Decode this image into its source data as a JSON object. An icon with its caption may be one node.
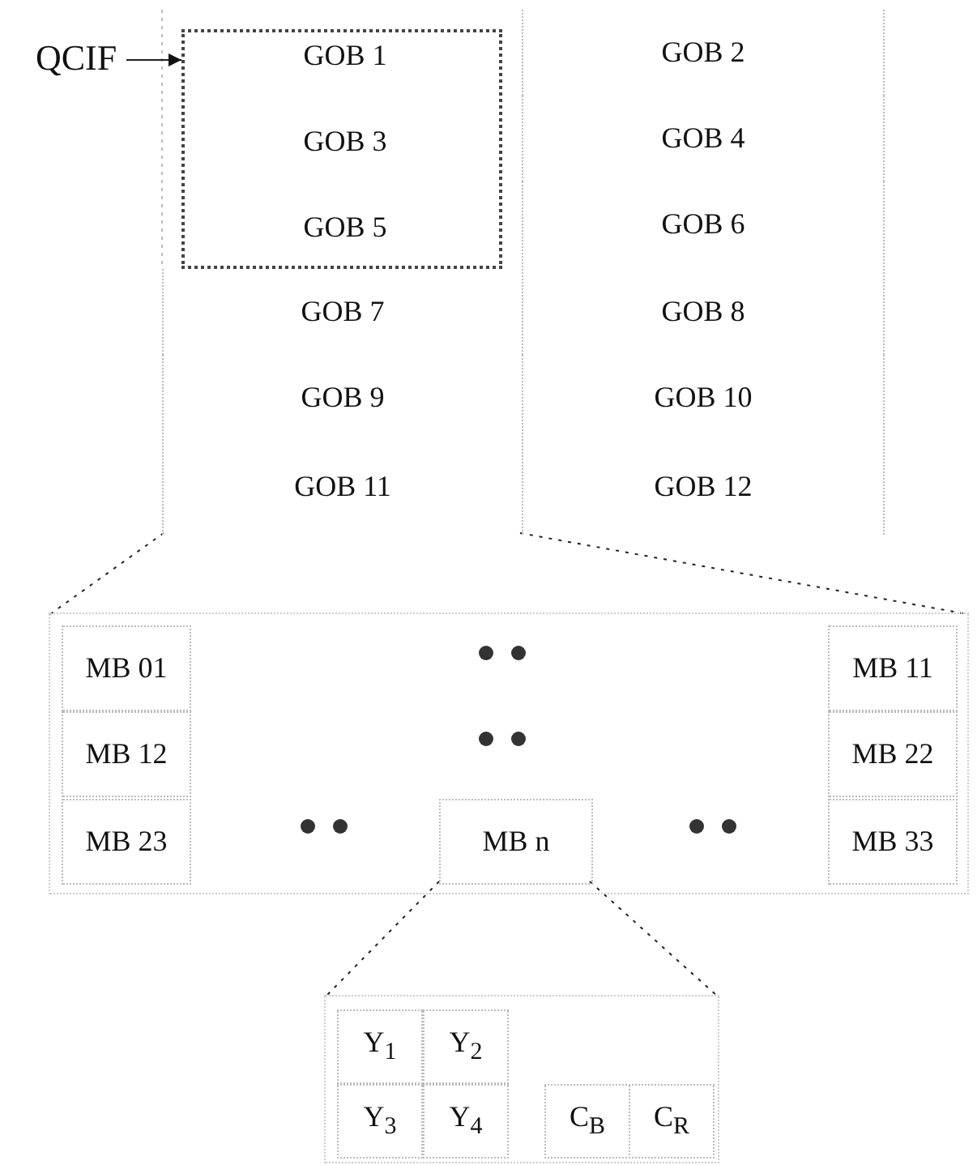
{
  "diagram": {
    "nodes": [
      {
        "text": [
          "QCIF"
        ]
      },
      {
        "text": [],
        "shape": "box"
      },
      {
        "text": [
          "GOB 1"
        ],
        "in": 1
      },
      {
        "text": [
          "GOB 2"
        ]
      },
      {
        "text": [
          "GOB 3"
        ],
        "in": 1
      },
      {
        "text": [
          "GOB 4"
        ]
      },
      {
        "text": [
          "GOB 5"
        ],
        "in": 1
      },
      {
        "text": [
          "GOB 6"
        ]
      },
      {
        "text": [
          "GOB 7"
        ]
      },
      {
        "text": [
          "GOB 8"
        ]
      },
      {
        "text": [
          "GOB 9"
        ]
      },
      {
        "text": [
          "GOB 10"
        ]
      },
      {
        "text": [
          "GOB 11"
        ]
      },
      {
        "text": [
          "GOB 12"
        ]
      },
      {
        "text": [],
        "shape": "box"
      },
      {
        "text": [
          "MB 01"
        ],
        "in": 14
      },
      {
        "text": [
          "MB 11"
        ],
        "in": 14
      },
      {
        "text": [
          "MB 12"
        ],
        "in": 14
      },
      {
        "text": [
          "MB 22"
        ],
        "in": 14
      },
      {
        "text": [
          "MB 23"
        ],
        "in": 14
      },
      {
        "text": [
          "MB n"
        ],
        "in": 14
      },
      {
        "text": [
          "MB 33"
        ],
        "in": 14
      },
      {
        "text": [],
        "shape": "box"
      },
      {
        "text": [
          "Y$_{1}$"
        ],
        "in": 22
      },
      {
        "text": [
          "Y$_{2}$"
        ],
        "in": 22
      },
      {
        "text": [
          "Y$_{3}$"
        ],
        "in": 22
      },
      {
        "text": [
          "Y$_{4}$"
        ],
        "in": 22
      },
      {
        "text": [
          "C$_{B}$"
        ],
        "in": 22
      },
      {
        "text": [
          "C$_{R}$"
        ],
        "in": 22
      }
    ],
    "edges": [
      {
        "from": 0,
        "to": 1,
        "arrow": "to"
      },
      {
        "from": 12,
        "to": 14,
        "arrow": "none",
        "style": "dashed"
      },
      {
        "from": 12,
        "to": 14,
        "arrow": "none",
        "style": "dashed"
      },
      {
        "from": 20,
        "to": 22,
        "arrow": "none",
        "style": "dashed"
      },
      {
        "from": 20,
        "to": 22,
        "arrow": "none",
        "style": "dashed"
      }
    ]
  }
}
